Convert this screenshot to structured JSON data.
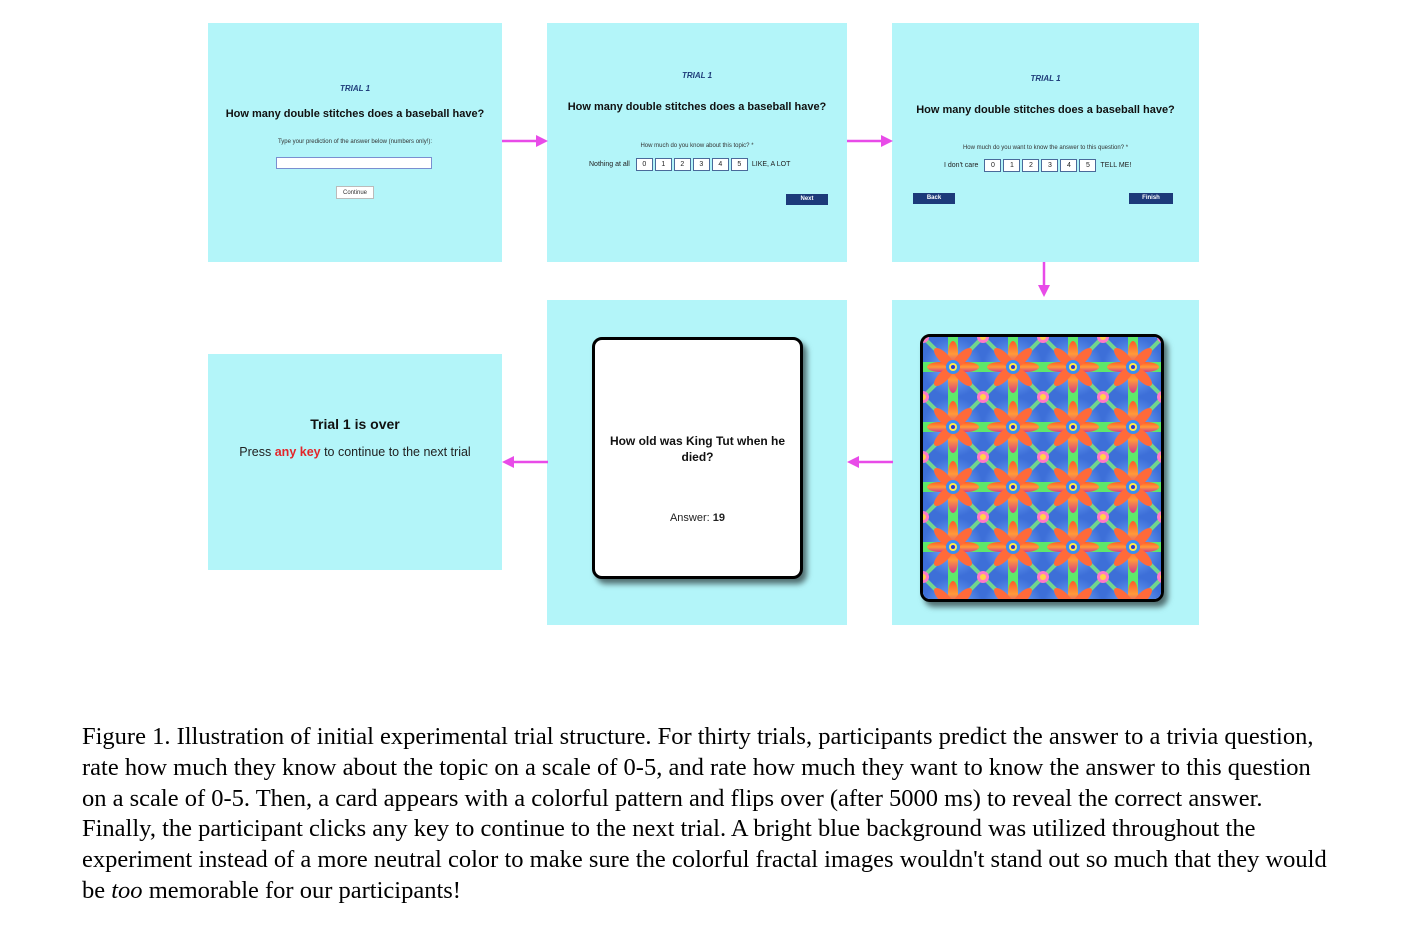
{
  "panel1": {
    "trial_label": "TRIAL 1",
    "question": "How many double stitches does a baseball have?",
    "instruction": "Type your prediction of the answer below (numbers only!):",
    "input_value": "",
    "continue_label": "Continue"
  },
  "panel2": {
    "trial_label": "TRIAL 1",
    "question": "How many double stitches does a baseball have?",
    "prompt": "How much do you know about this topic?",
    "required_mark": "*",
    "low_label": "Nothing at all",
    "high_label": "LIKE, A LOT",
    "scale": [
      "0",
      "1",
      "2",
      "3",
      "4",
      "5"
    ],
    "next_label": "Next"
  },
  "panel3": {
    "trial_label": "TRIAL 1",
    "question": "How many double stitches does a baseball have?",
    "prompt": "How much do you want to know the answer to this question?",
    "required_mark": "*",
    "low_label": "I don't care",
    "high_label": "TELL ME!",
    "scale": [
      "0",
      "1",
      "2",
      "3",
      "4",
      "5"
    ],
    "back_label": "Back",
    "finish_label": "Finish"
  },
  "panel4": {
    "title": "Trial 1 is over",
    "text_before": "Press ",
    "text_highlight": "any key",
    "text_after": " to continue to the next trial"
  },
  "panel5": {
    "question": "How old was King Tut when he died?",
    "answer_label": "Answer:",
    "answer_value": "19"
  },
  "panel6": {
    "image": "colorful-fractal-pattern"
  },
  "colors": {
    "panel_bg": "#b3f5f9",
    "arrow": "#e84be8",
    "button": "#1c3a7a",
    "highlight": "#e3262a"
  },
  "caption": {
    "part1": "Figure 1. Illustration of initial experimental trial structure. For thirty trials, participants predict the answer to a trivia question, rate how much they know about the topic on a scale of 0-5, and rate how much they want to know the answer to this question on a scale of 0-5. Then, a card appears with a colorful pattern and flips over (after 5000 ms) to reveal the correct answer. Finally, the participant clicks any key to continue to the next trial. A bright blue background was utilized throughout the experiment instead of a more neutral color to make sure the colorful fractal images wouldn't stand out so much that they would be ",
    "emphasis": "too",
    "part2": " memorable for our participants!"
  }
}
